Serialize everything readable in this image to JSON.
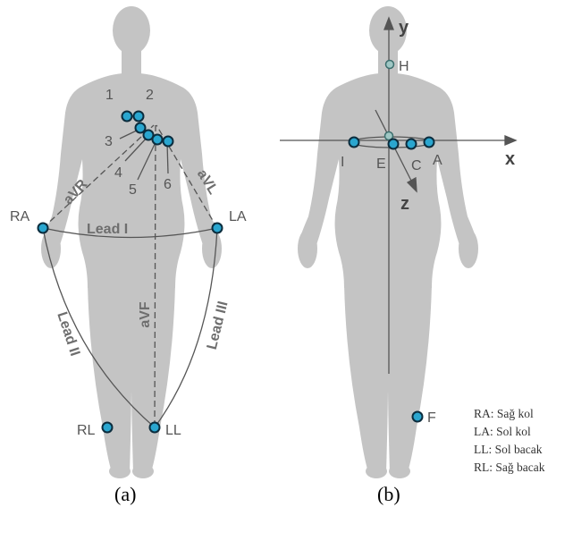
{
  "colors": {
    "body": "#c4c4c4",
    "electrode_fill": "#2aa6cf",
    "electrode_stroke": "#0b2c3d",
    "lines": "#555555"
  },
  "panel_a": {
    "caption": "(a)",
    "chest_leads": [
      "1",
      "2",
      "3",
      "4",
      "5",
      "6"
    ],
    "limb_labels": {
      "ra": "RA",
      "la": "LA",
      "rl": "RL",
      "ll": "LL"
    },
    "lead_labels": {
      "lead_i": "Lead I",
      "lead_ii": "Lead II",
      "lead_iii": "Lead III",
      "avr": "aVR",
      "avl": "aVL",
      "avf": "aVF"
    }
  },
  "panel_b": {
    "caption": "(b)",
    "axes": {
      "x": "x",
      "y": "y",
      "z": "z"
    },
    "points": {
      "h": "H",
      "i": "I",
      "e": "E",
      "c": "C",
      "a": "A",
      "f": "F"
    }
  },
  "legend": [
    "RA: Sağ kol",
    "LA: Sol kol",
    "LL: Sol bacak",
    "RL: Sağ bacak"
  ]
}
